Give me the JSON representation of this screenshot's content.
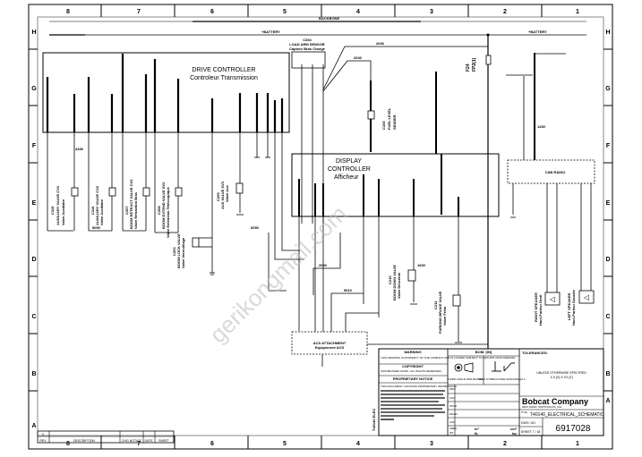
{
  "drawing": {
    "zones_columns_top": [
      "8",
      "7",
      "6",
      "5",
      "4",
      "3",
      "2",
      "1"
    ],
    "zones_columns_bottom": [
      "8",
      "7",
      "6",
      "5",
      "4",
      "3",
      "2",
      "1"
    ],
    "zones_rows_left": [
      "H",
      "G",
      "F",
      "E",
      "D",
      "C",
      "B",
      "A"
    ],
    "zones_rows_right": [
      "H",
      "G",
      "F",
      "E",
      "D",
      "C",
      "B",
      "A"
    ]
  },
  "buses": {
    "top_bus_label": "BACKBONE",
    "battery_label": "+BATTERY",
    "battery_label_right": "+BATTERY"
  },
  "components": {
    "drive_controller": {
      "title": "DRIVE CONTROLLER",
      "subtitle": "Controleur Transmission"
    },
    "display_controller": {
      "line1": "DISPLAY",
      "line2": "CONTROLLER",
      "line3": "Afficheur"
    },
    "load_sensor": {
      "ref": "C304",
      "line1": "LOAD ARM SENSOR",
      "line2": "Capteur Bras Charge"
    },
    "fuel_sender": {
      "ref": "C105",
      "line1": "FUEL LEVEL",
      "line2": "SENDER"
    },
    "fuse": {
      "ref": "F24",
      "line": "FP2(1)"
    },
    "cab_radio": {
      "label": "CAB RADIO"
    },
    "attachment": {
      "line1": "ACS ATTACHMENT",
      "line2": "Equipement ACS"
    },
    "valves": [
      {
        "ref": "C115",
        "name": "AUXILIARY VALVE CV1",
        "sub": "Valve Auxiliaire"
      },
      {
        "ref": "C116",
        "name": "AUXILIARY VALVE CV2",
        "sub": "Valve Auxiliaire"
      },
      {
        "ref": "C207",
        "name": "BOOM RETRACT VALVE CV3",
        "sub": "Valve Retraction Bras"
      },
      {
        "ref": "C208",
        "name": "BOOM EXTEND VALVE SV2",
        "sub": "Valve Extension Telescopique"
      },
      {
        "ref": "C209",
        "name": "AUX VALVE SV3",
        "sub": "Valve Aux"
      },
      {
        "ref": "C203",
        "name": "BOOM LOCK VALVE",
        "sub": "Valve Verrouillage"
      },
      {
        "ref": "C210",
        "name": "BOOM DOWN VALVE",
        "sub": "Valve Descente"
      },
      {
        "ref": "C211",
        "name": "PARKING BRAKE VALVE",
        "sub": "Valve Frein"
      }
    ],
    "speakers": [
      {
        "name": "RIGHT SPEAKER",
        "sub": "Haut-Parleur Droit"
      },
      {
        "name": "LEFT SPEAKER",
        "sub": "Haut-Parleur Gauche"
      }
    ],
    "wire_labels": [
      "2006",
      "2040",
      "1430",
      "4430",
      "5050",
      "6050",
      "5010",
      "2020",
      "1600"
    ]
  },
  "title_block": {
    "warning_title": "WARNING",
    "warning_text": "THIS DRAWING IS PROPERTY OF THE COMPANY AND IS LOANED SUBJECT TO RETURN UPON DEMAND.",
    "copyright_title": "COPYRIGHT",
    "copyright_text": "UNPUBLISHED WORK. ALL RIGHTS RESERVED.",
    "proprietary_title": "PROPRIETARY NOTICE",
    "proprietary_text": "THIS DOCUMENT CONTAINS PROPRIETARY INFORMATION.",
    "scale_header": "BOM: [IN]",
    "projection_caption": "THIRD ANGLE PROJECTION",
    "symbols_caption": "WELD SYMBOLS PER ANSI/AWS A2.4",
    "tolerances_label": "TOLERANCES:",
    "tolerances_text": "UNLESS OTHERWISE SPECIFIED",
    "tolerances_sub": "X.X [X] X.XX [X]",
    "row_labels": [
      "DRN",
      "CHK",
      "APVD",
      "ENGR",
      "CAD",
      "AREA",
      "WT"
    ],
    "area_unit_left": "in²",
    "area_unit_right": "cm²",
    "weight_unit_left": "lb",
    "weight_unit_right": "kg",
    "company": "Bobcat Company",
    "company_sub": "WEST FARGO, NORTH DAKOTA, USA",
    "drawing_title": "T40140_ELECTRICAL_SCHEMATIC",
    "title_prefix": "TITLE",
    "dwg_no_label": "DWG. NO.",
    "sheet_label": "SHEET 7 / 18",
    "dwg_number": "6917028"
  },
  "revision_block": {
    "rev_value": "0",
    "headers": [
      "REV",
      "DESCRIPTION",
      "CHG NOTICE",
      "DATE",
      "SHEET"
    ]
  },
  "side_label": "T40140 ELEC",
  "watermark": "gerikongmail.com"
}
